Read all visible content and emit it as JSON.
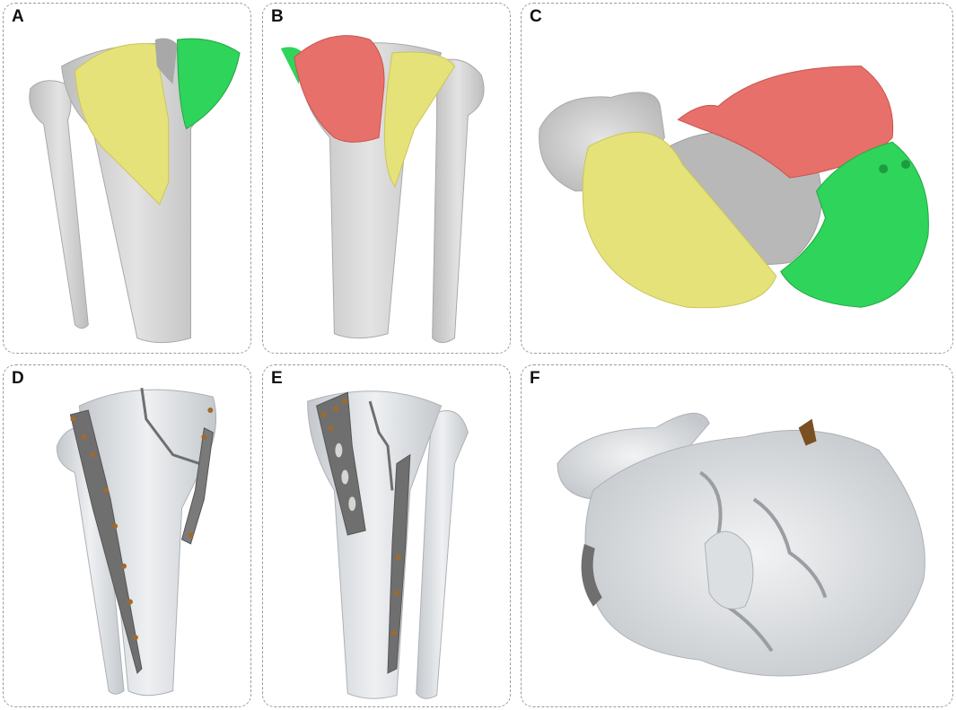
{
  "panels": [
    {
      "id": "A",
      "label": "A"
    },
    {
      "id": "B",
      "label": "B"
    },
    {
      "id": "C",
      "label": "C"
    },
    {
      "id": "D",
      "label": "D"
    },
    {
      "id": "E",
      "label": "E"
    },
    {
      "id": "F",
      "label": "F"
    }
  ],
  "colors": {
    "bone": "#d9d9d9",
    "bone_shadow": "#b5b5b5",
    "fragment_yellow": "#e6e27a",
    "fragment_red": "#e8706a",
    "fragment_green": "#2fd45a",
    "plate": "#6f6f6f",
    "screw": "#a06a2c",
    "border": "#9a9a9a"
  }
}
